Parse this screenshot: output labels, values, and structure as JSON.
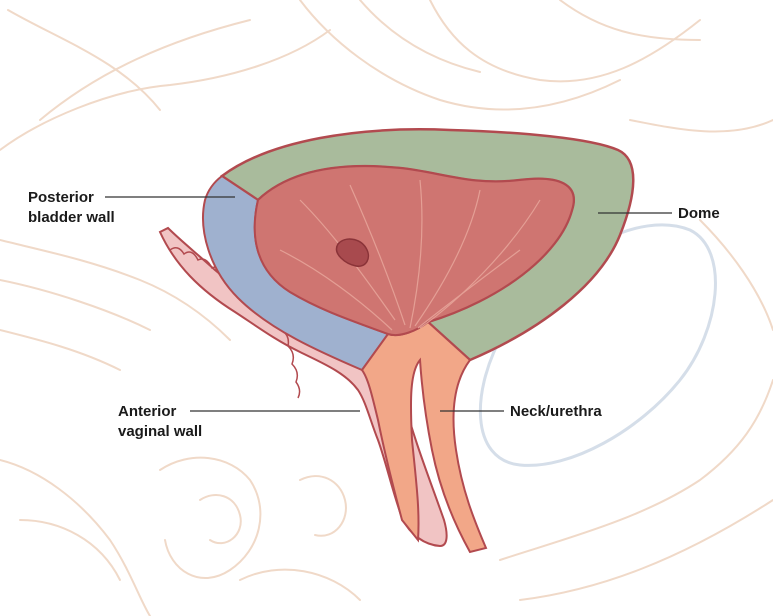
{
  "labels": {
    "posterior_line1": "Posterior",
    "posterior_line2": "bladder wall",
    "anterior_line1": "Anterior",
    "anterior_line2": "vaginal wall",
    "dome": "Dome",
    "neck": "Neck/urethra"
  },
  "colors": {
    "background": "#ffffff",
    "dome": "#a9bb9c",
    "posterior_wall": "#9fb1cf",
    "neck_urethra": "#f2a788",
    "bladder_lumen": "#cf7571",
    "vaginal_wall": "#f1c4c4",
    "outline": "#b24a4f",
    "pelvic_sketch": "#f0d9c8",
    "pubic_bone_outline": "#d5dee9",
    "leader_line": "#333333"
  }
}
